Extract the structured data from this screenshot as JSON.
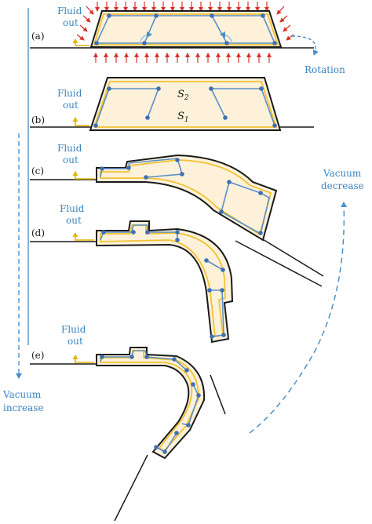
{
  "panels": {
    "a": {
      "label": "(a)",
      "fluid_out": [
        "Fluid",
        "out"
      ]
    },
    "b": {
      "label": "(b)",
      "fluid_out": [
        "Fluid",
        "out"
      ],
      "s2_main": "S",
      "s2_sub": "2",
      "s1_main": "S",
      "s1_sub": "1"
    },
    "c": {
      "label": "(c)",
      "fluid_out": [
        "Fluid",
        "out"
      ]
    },
    "d": {
      "label": "(d)",
      "fluid_out": [
        "Fluid",
        "out"
      ]
    },
    "e": {
      "label": "(e)",
      "fluid_out": [
        "Fluid",
        "out"
      ]
    }
  },
  "annotations": {
    "rotation": "Rotation",
    "vacuum_increase": [
      "Vacuum",
      "increase"
    ],
    "vacuum_decrease": [
      "Vacuum",
      "decrease"
    ]
  },
  "colors": {
    "fill": "#fdf1da",
    "outline": "#1a1a1a",
    "membrane": "#f1c232",
    "link": "#5b8fc9",
    "joint": "#3f6fb5",
    "arrow_blue": "#4a90c8",
    "force": "#d9342b",
    "fluid_arrow": "#e8b400"
  }
}
